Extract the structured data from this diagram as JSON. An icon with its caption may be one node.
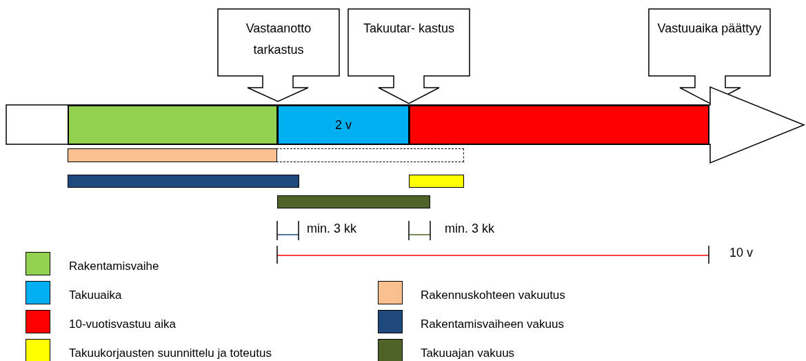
{
  "diagram": {
    "nodes": [
      {
        "text": [
          "Vastaanotto tarkastus"
        ]
      },
      {
        "text": [
          "Takuutar- kastus"
        ]
      },
      {
        "text": [
          "Vastuuaika päättyy"
        ]
      },
      {
        "text": [],
        "shape": "arrow"
      },
      {
        "text": [],
        "shape": "bar",
        "in": 3
      },
      {
        "text": [
          "2 v"
        ],
        "in": 3
      },
      {
        "text": [],
        "shape": "bar",
        "in": 3
      },
      {
        "text": [],
        "shape": "bar"
      },
      {
        "text": [],
        "shape": "box"
      },
      {
        "text": [],
        "shape": "bar"
      },
      {
        "text": [],
        "shape": "bar"
      },
      {
        "text": [],
        "shape": "bar"
      }
    ],
    "labels": [
      "min. 3 kk",
      "min. 3 kk",
      "10 v"
    ],
    "legend": [
      {
        "text": "Rakentamisvaihe",
        "color": "#92d050"
      },
      {
        "text": "Takuuaika",
        "color": "#00b0f0"
      },
      {
        "text": "10-vuotisvastuu aika",
        "color": "#ff0000"
      },
      {
        "text": "Takuukorjausten suunnittelu ja toteutus",
        "color": "#ffff00"
      },
      {
        "text": "Rakennuskohteen vakuutus",
        "color": "#fac090"
      },
      {
        "text": "Rakentamisvaiheen vakuus",
        "color": "#1f497d"
      },
      {
        "text": "Takuuajan vakuus",
        "color": "#4f6228"
      }
    ]
  }
}
